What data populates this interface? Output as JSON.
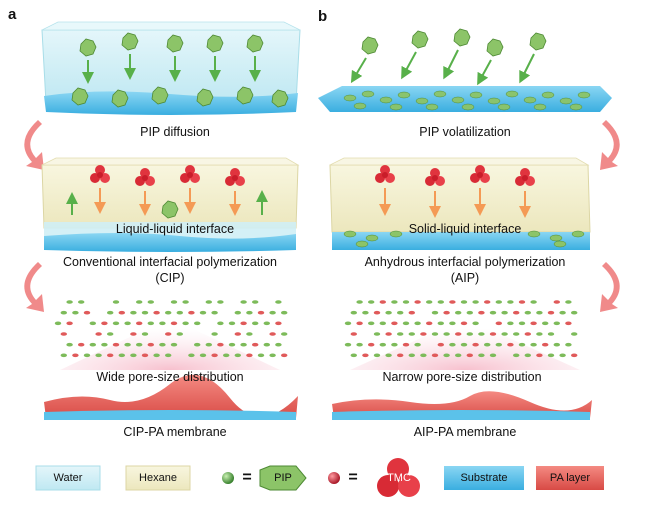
{
  "panels": {
    "a": {
      "letter": "a",
      "step1": "PIP diffusion",
      "step2_overlay": "Liquid-liquid interface",
      "step2_caption_line1": "Conventional interfacial polymerization",
      "step2_caption_line2": "(CIP)",
      "step3_overlay": "Wide pore-size distribution",
      "step3_caption": "CIP-PA membrane"
    },
    "b": {
      "letter": "b",
      "step1": "PIP volatilization",
      "step2_overlay": "Solid-liquid interface",
      "step2_caption_line1": "Anhydrous interfacial polymerization",
      "step2_caption_line2": "(AIP)",
      "step3_overlay": "Narrow pore-size distribution",
      "step3_caption": "AIP-PA membrane"
    }
  },
  "legend": {
    "water": "Water",
    "hexane": "Hexane",
    "equals1": "=",
    "pip": "PIP",
    "equals2": "=",
    "tmc": "TMC",
    "substrate": "Substrate",
    "pa_layer": "PA layer"
  },
  "colors": {
    "water": "#cfeef5",
    "hexane": "#f4f1d2",
    "substrate": "#5bc2ea",
    "pa_layer": "#ee6b62",
    "pip_green": "#7dbb5a",
    "tmc_red": "#e0343e",
    "arrow_pink": "#f08a8a",
    "arrow_green": "#58b04a",
    "arrow_orange": "#f49a55"
  }
}
